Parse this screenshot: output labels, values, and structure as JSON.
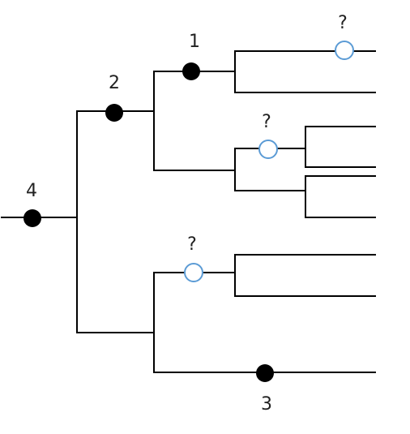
{
  "colors": {
    "line": "#000000",
    "filled_node": "#000000",
    "open_node_stroke": "#5B9BD5",
    "open_node_fill": "#ffffff",
    "label": "#222222"
  },
  "nodes": {
    "root": {
      "label": "4",
      "kind": "filled"
    },
    "upper_clade": {
      "label": "2",
      "kind": "filled"
    },
    "top_clade": {
      "label": "1",
      "kind": "filled"
    },
    "top_tip": {
      "label": "?",
      "kind": "open"
    },
    "middle_clade": {
      "label": "?",
      "kind": "open"
    },
    "lower_clade": {
      "label": "?",
      "kind": "open"
    },
    "bottom_tip": {
      "label": "3",
      "kind": "filled"
    }
  }
}
